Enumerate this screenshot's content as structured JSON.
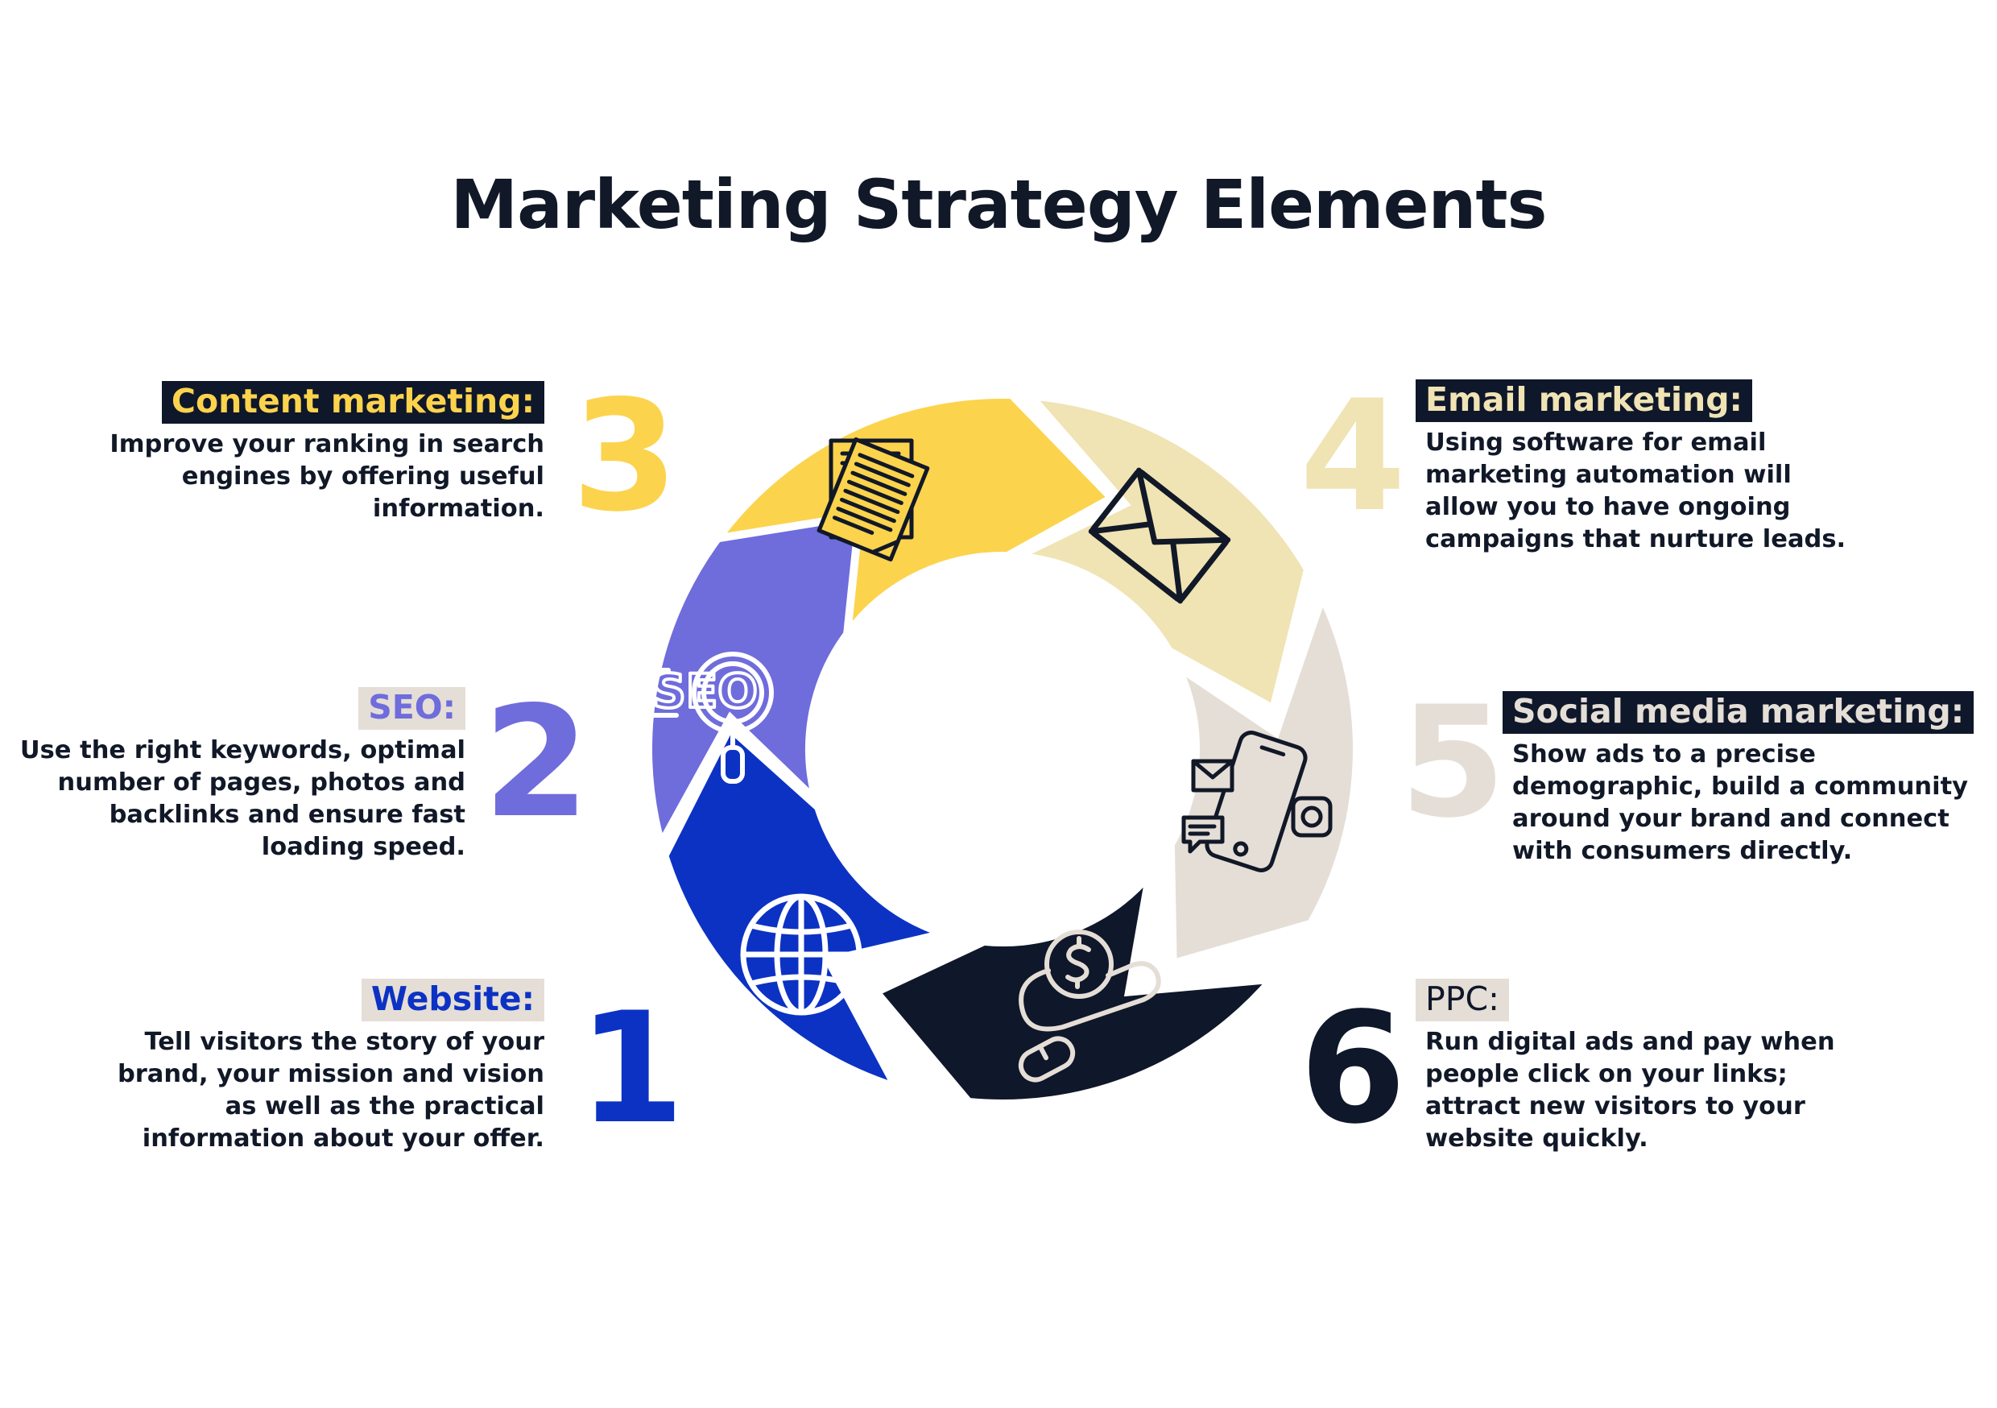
{
  "title": "Marketing Strategy Elements",
  "colors": {
    "website": "#0c32c4",
    "seo": "#6f6cdc",
    "content": "#fcd34d",
    "email": "#f0e3b4",
    "social": "#e5ded6",
    "ppc": "#0f172a",
    "text": "#111827"
  },
  "elements": [
    {
      "number": "1",
      "label": "Website:",
      "lines": [
        "Tell visitors the story of your",
        "brand, your mission and vision",
        "as well as the practical",
        "information about your offer."
      ],
      "icon": "globe-icon"
    },
    {
      "number": "2",
      "label": "SEO:",
      "lines": [
        "Use the right keywords, optimal",
        "number of pages, photos and",
        "backlinks and ensure fast",
        "loading speed."
      ],
      "icon": "seo-magnifier-icon",
      "icon_text": "SEO"
    },
    {
      "number": "3",
      "label": "Content marketing:",
      "lines": [
        "Improve your ranking in search",
        "engines by offering useful",
        "information."
      ],
      "icon": "documents-icon"
    },
    {
      "number": "4",
      "label": "Email marketing:",
      "lines": [
        "Using software for email",
        "marketing automation will",
        "allow you to have ongoing",
        "campaigns that nurture leads."
      ],
      "icon": "envelope-icon"
    },
    {
      "number": "5",
      "label": "Social media marketing:",
      "lines": [
        "Show ads to a precise",
        "demographic, build a community",
        "around your brand and connect",
        "with consumers directly."
      ],
      "icon": "smartphone-social-icon"
    },
    {
      "number": "6",
      "label": "PPC:",
      "lines": [
        "Run digital ads and pay when",
        "people click on your links;",
        "attract new visitors to your",
        "website quickly."
      ],
      "icon": "dollar-mouse-icon"
    }
  ]
}
